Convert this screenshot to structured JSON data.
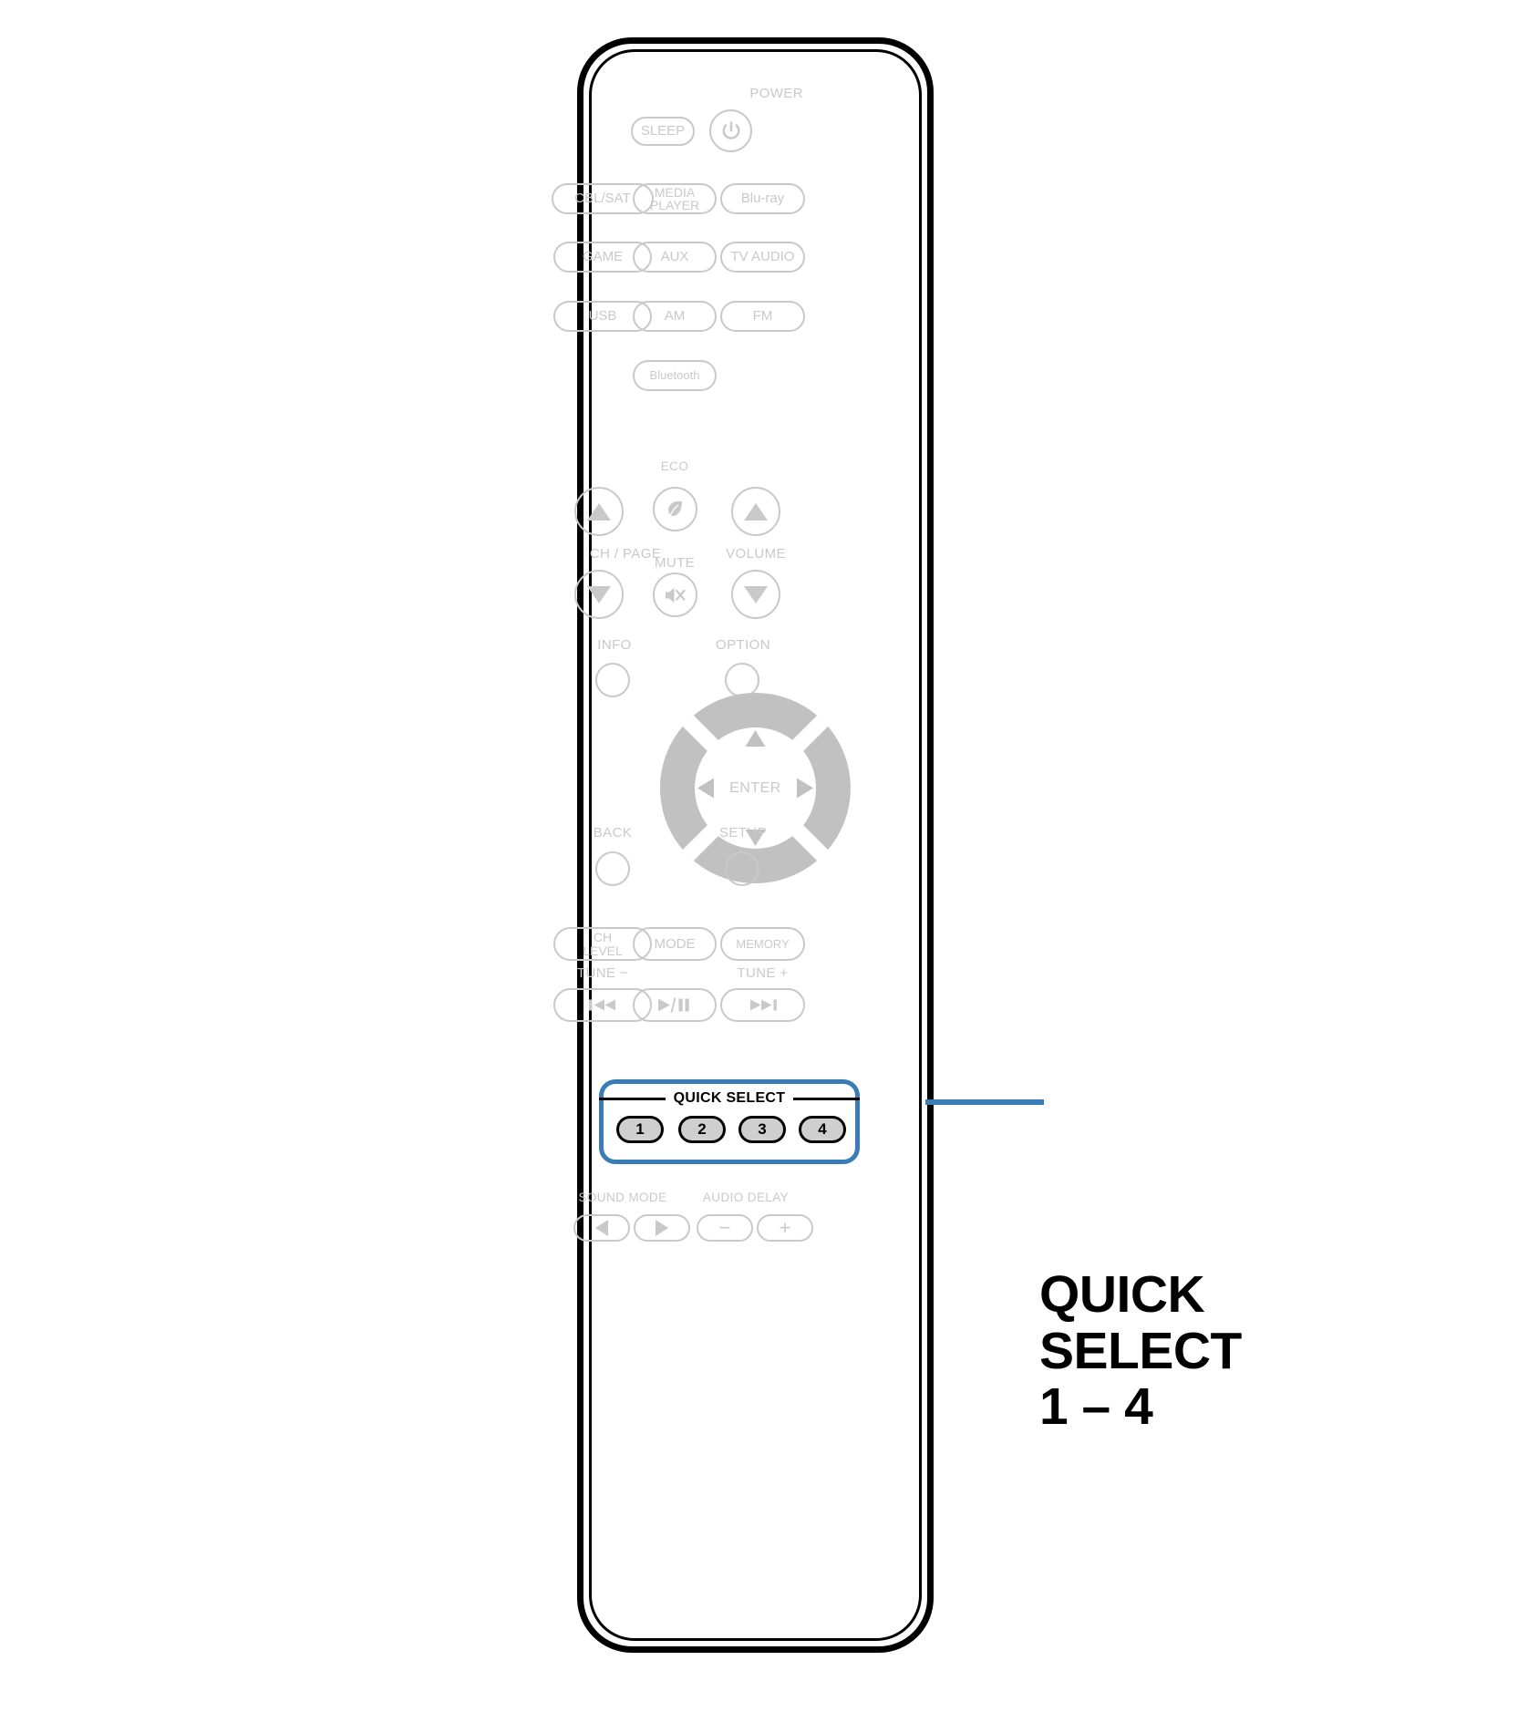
{
  "device": {
    "type": "remote-control",
    "brand_style": "av-receiver-remote"
  },
  "callout": {
    "lines": [
      "QUICK",
      "SELECT",
      "1 – 4"
    ],
    "accent_color": "#3a7cb5",
    "line1": "QUICK",
    "line2": "SELECT",
    "line3": "1 – 4"
  },
  "remote": {
    "power_section": {
      "power_label": "POWER",
      "sleep_label": "SLEEP",
      "power_icon": "power-icon"
    },
    "source_buttons": [
      {
        "label": "CBL/SAT",
        "multiline": false
      },
      {
        "label": "MEDIA\nPLAYER",
        "line1": "MEDIA",
        "line2": "PLAYER",
        "multiline": true
      },
      {
        "label": "Blu-ray",
        "multiline": false
      },
      {
        "label": "GAME",
        "multiline": false
      },
      {
        "label": "AUX",
        "multiline": false
      },
      {
        "label": "TV AUDIO",
        "multiline": false
      },
      {
        "label": "USB",
        "multiline": false
      },
      {
        "label": "AM",
        "multiline": false
      },
      {
        "label": "FM",
        "multiline": false
      },
      {
        "label": "Bluetooth",
        "multiline": false
      }
    ],
    "control_section": {
      "eco_label": "ECO",
      "eco_icon": "leaf-icon",
      "ch_page_label": "CH / PAGE",
      "mute_label": "MUTE",
      "mute_icon": "speaker-mute-icon",
      "volume_label": "VOLUME",
      "ch_up_icon": "triangle-up-icon",
      "ch_down_icon": "triangle-down-icon",
      "volume_up_icon": "triangle-up-icon",
      "volume_down_icon": "triangle-down-icon"
    },
    "nav_section": {
      "info_label": "INFO",
      "option_label": "OPTION",
      "back_label": "BACK",
      "setup_label": "SETUP",
      "enter_label": "ENTER",
      "up_icon": "triangle-up-icon",
      "down_icon": "triangle-down-icon",
      "left_icon": "triangle-left-icon",
      "right_icon": "triangle-right-icon"
    },
    "tuner_section": {
      "ch_level_line1": "CH",
      "ch_level_line2": "LEVEL",
      "mode_label": "MODE",
      "memory_label": "MEMORY",
      "tune_minus_label": "TUNE −",
      "tune_plus_label": "TUNE +",
      "prev_icon": "skip-previous-icon",
      "play_pause_icon": "play-pause-icon",
      "next_icon": "skip-next-icon"
    },
    "quick_select": {
      "caption": "QUICK SELECT",
      "buttons": [
        "1",
        "2",
        "3",
        "4"
      ],
      "highlight_color": "#3a7cb5"
    },
    "bottom_section": {
      "sound_mode_label": "SOUND MODE",
      "audio_delay_label": "AUDIO DELAY",
      "sound_mode_prev_icon": "triangle-left-icon",
      "sound_mode_next_icon": "triangle-right-icon",
      "audio_delay_minus_label": "−",
      "audio_delay_plus_label": "+"
    }
  }
}
